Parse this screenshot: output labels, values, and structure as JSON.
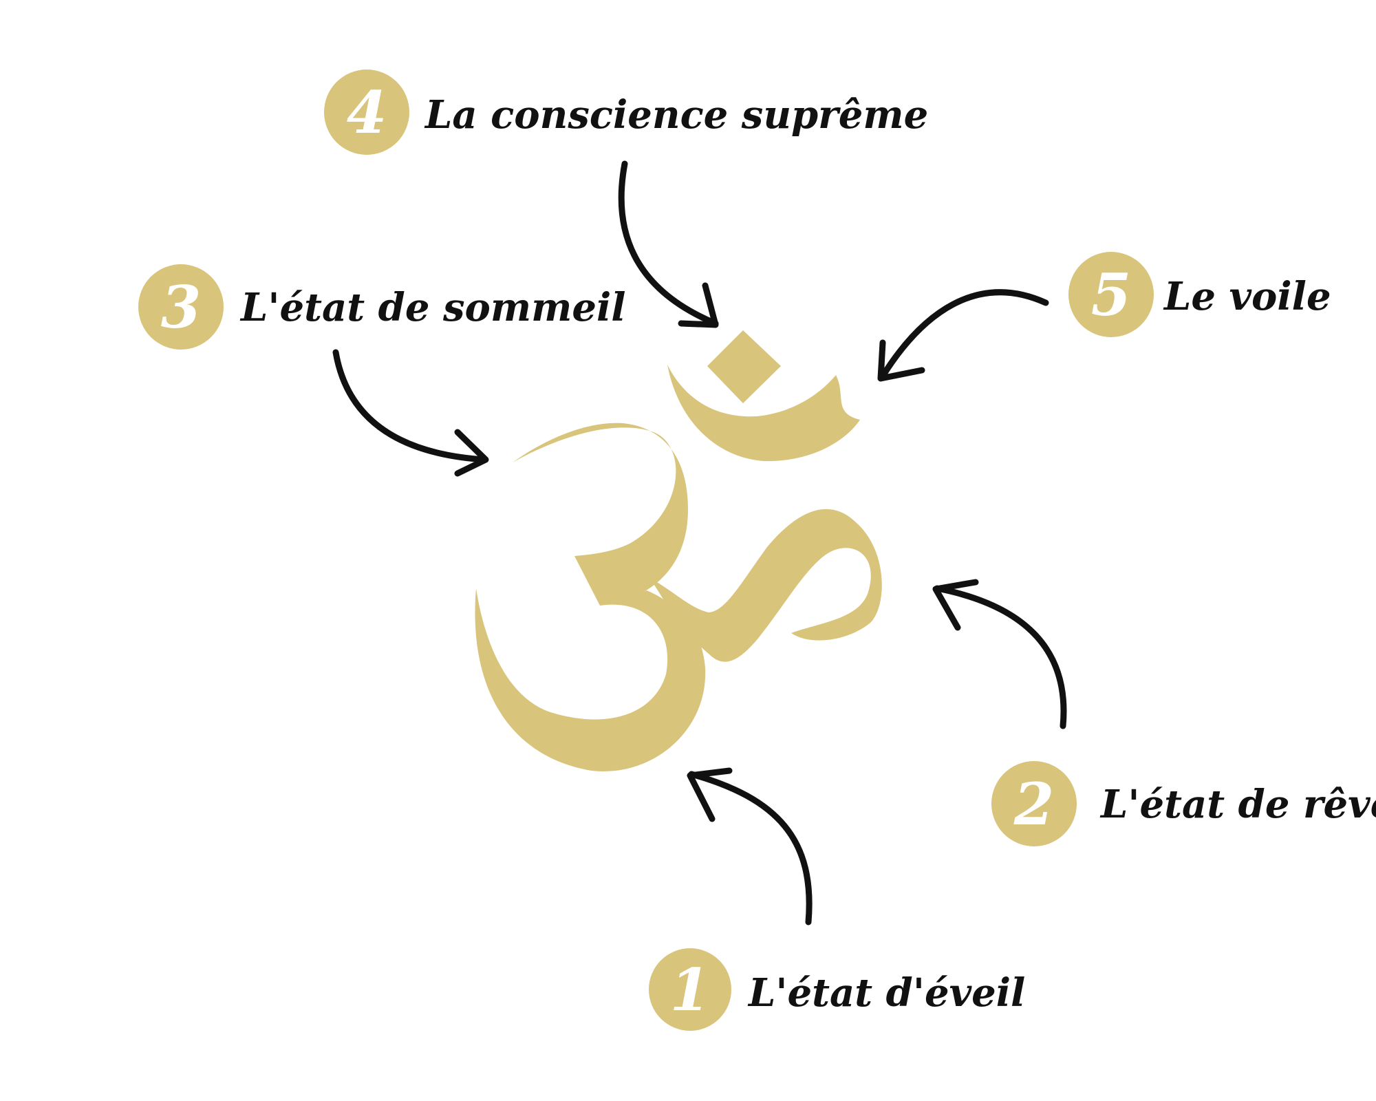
{
  "colors": {
    "gold": "#d8c47a",
    "ink": "#111111",
    "background": "#ffffff"
  },
  "symbol": {
    "icon": "om-symbol-icon"
  },
  "states": [
    {
      "number": "1",
      "label": "L'état d'éveil"
    },
    {
      "number": "2",
      "label": "L'état de rêve"
    },
    {
      "number": "3",
      "label": "L'état de sommeil"
    },
    {
      "number": "4",
      "label": "La conscience suprême"
    },
    {
      "number": "5",
      "label": "Le voile"
    }
  ]
}
